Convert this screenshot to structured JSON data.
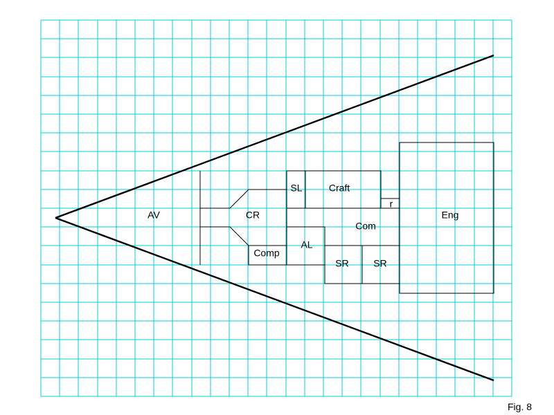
{
  "diagram": {
    "grid_color": "#00d0d8",
    "line_color": "#000000",
    "labels": {
      "av": "AV",
      "cr": "CR",
      "comp": "Comp",
      "sl": "SL",
      "craft": "Craft",
      "r": "r",
      "com": "Com",
      "al": "AL",
      "sr_left": "SR",
      "sr_right": "SR",
      "eng": "Eng"
    }
  },
  "caption": "Fig. 8"
}
